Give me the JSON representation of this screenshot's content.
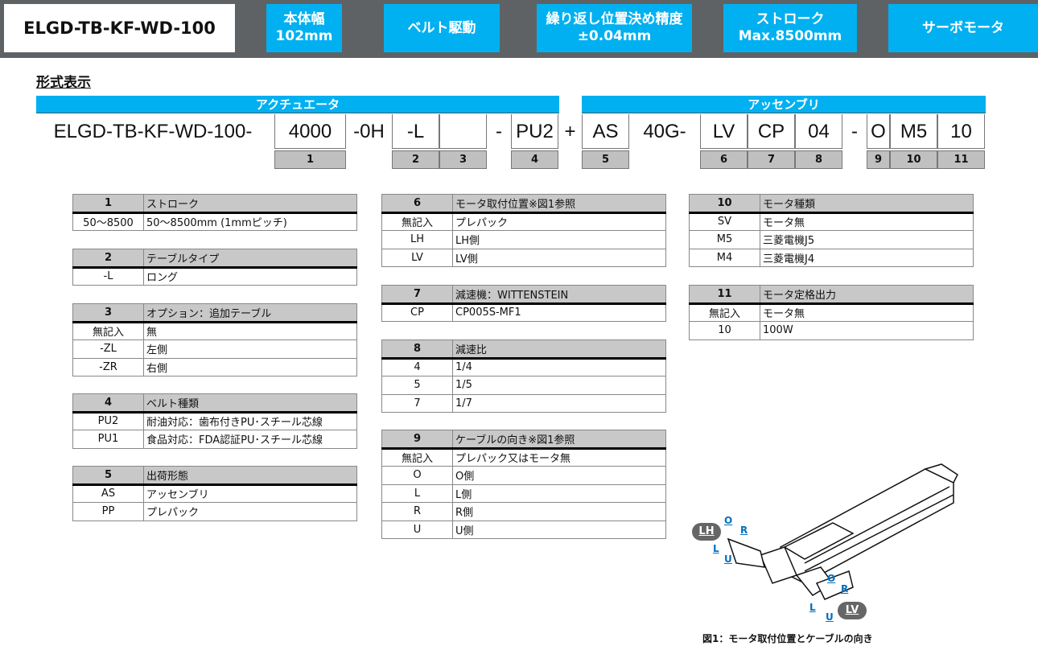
{
  "header": {
    "title": "ELGD-TB-KF-WD-100",
    "features": [
      [
        "本体幅",
        "102mm"
      ],
      [
        "ベルト駆動"
      ],
      [
        "繰り返し位置決め精度",
        "±0.04mm"
      ],
      [
        "ストローク",
        "Max.8500mm"
      ],
      [
        "サーボモータ"
      ]
    ]
  },
  "section_title": "形式表示",
  "bands": {
    "actuator": "アクチュエータ",
    "assembly": "アッセンブリ"
  },
  "code": {
    "prefix": "ELGD-TB-KF-WD-100-",
    "stroke": "4000",
    "oh": "-0H",
    "table": "-L",
    "option": "",
    "dash1": "-",
    "belt": "PU2",
    "plus": "+",
    "ship": "AS",
    "gear": "40G-",
    "motor_pos": "LV",
    "reducer": "CP",
    "ratio": "04",
    "dash2": "-",
    "cable": "O",
    "motor": "M5",
    "output": "10"
  },
  "numbers": [
    "1",
    "2",
    "3",
    "4",
    "5",
    "6",
    "7",
    "8",
    "9",
    "10",
    "11"
  ],
  "tables": [
    {
      "no": "1",
      "title": "ストローク",
      "rows": [
        [
          "50～8500",
          "50～8500mm (1mmピッチ)"
        ]
      ]
    },
    {
      "no": "2",
      "title": "テーブルタイプ",
      "rows": [
        [
          "-L",
          "ロング"
        ]
      ]
    },
    {
      "no": "3",
      "title": "オプション：追加テーブル",
      "rows": [
        [
          "無記入",
          "無"
        ],
        [
          "-ZL",
          "左側"
        ],
        [
          "-ZR",
          "右側"
        ]
      ]
    },
    {
      "no": "4",
      "title": "ベルト種類",
      "rows": [
        [
          "PU2",
          "耐油対応：歯布付きPU･スチール芯線"
        ],
        [
          "PU1",
          "食品対応：FDA認証PU･スチール芯線"
        ]
      ]
    },
    {
      "no": "5",
      "title": "出荷形態",
      "rows": [
        [
          "AS",
          "アッセンブリ"
        ],
        [
          "PP",
          "プレパック"
        ]
      ]
    },
    {
      "no": "6",
      "title": "モータ取付位置※図1参照",
      "rows": [
        [
          "無記入",
          "プレパック"
        ],
        [
          "LH",
          "LH側"
        ],
        [
          "LV",
          "LV側"
        ]
      ]
    },
    {
      "no": "7",
      "title": "減速機：WITTENSTEIN",
      "rows": [
        [
          "CP",
          "CP005S-MF1"
        ]
      ]
    },
    {
      "no": "8",
      "title": "減速比",
      "rows": [
        [
          "4",
          "1/4"
        ],
        [
          "5",
          "1/5"
        ],
        [
          "7",
          "1/7"
        ]
      ]
    },
    {
      "no": "9",
      "title": "ケーブルの向き※図1参照",
      "rows": [
        [
          "無記入",
          "プレパック又はモータ無"
        ],
        [
          "O",
          "O側"
        ],
        [
          "L",
          "L側"
        ],
        [
          "R",
          "R側"
        ],
        [
          "U",
          "U側"
        ]
      ]
    },
    {
      "no": "10",
      "title": "モータ種類",
      "rows": [
        [
          "SV",
          "モータ無"
        ],
        [
          "M5",
          "三菱電機J5"
        ],
        [
          "M4",
          "三菱電機J4"
        ]
      ]
    },
    {
      "no": "11",
      "title": "モータ定格出力",
      "rows": [
        [
          "無記入",
          "モータ無"
        ],
        [
          "10",
          "100W"
        ]
      ]
    }
  ],
  "figure": {
    "caption": "図1：モータ取付位置とケーブルの向き",
    "lh": "LH",
    "lv": "LV",
    "dirs": {
      "o": "O",
      "r": "R",
      "l": "L",
      "u": "U"
    }
  }
}
